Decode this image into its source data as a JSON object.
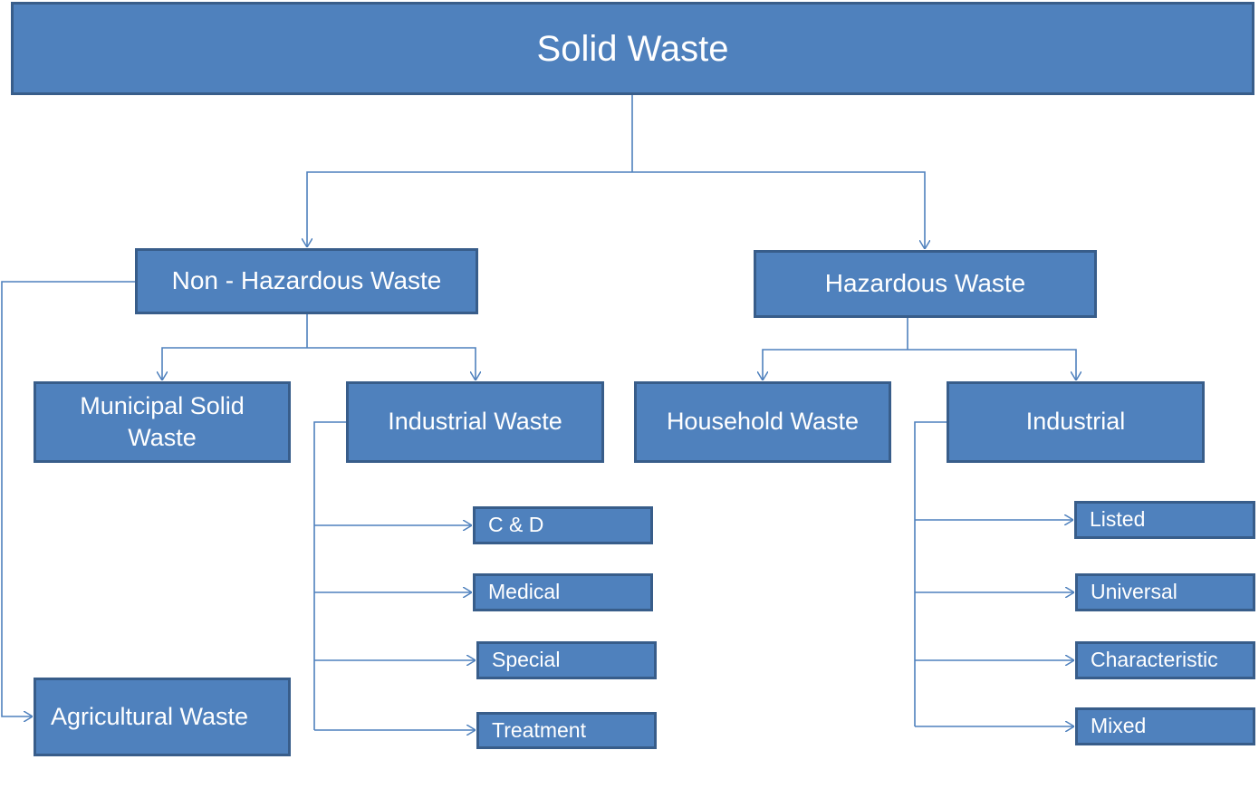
{
  "diagram": {
    "root": {
      "label": "Solid Waste"
    },
    "non_hazardous": {
      "label": "Non - Hazardous Waste",
      "children": {
        "municipal": {
          "line1": "Municipal Solid",
          "line2": "Waste"
        },
        "industrial": {
          "label": "Industrial Waste",
          "children": [
            "C & D",
            "Medical",
            "Special",
            "Treatment"
          ]
        },
        "agricultural": {
          "label": "Agricultural Waste"
        }
      }
    },
    "hazardous": {
      "label": "Hazardous Waste",
      "children": {
        "household": {
          "label": "Household Waste"
        },
        "industrial": {
          "label": "Industrial",
          "children": [
            "Listed",
            "Universal",
            "Characteristic",
            "Mixed"
          ]
        }
      }
    },
    "colors": {
      "box_fill": "#4f81bd",
      "box_border": "#385d8a",
      "connector": "#4f81bd",
      "text": "#ffffff"
    }
  }
}
